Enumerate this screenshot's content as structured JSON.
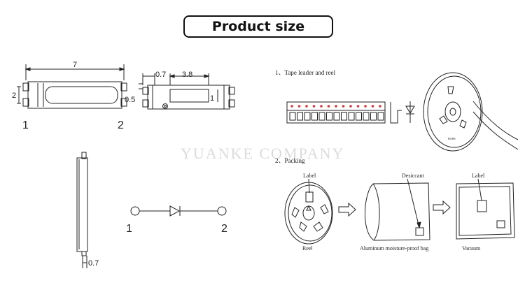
{
  "title": "Product size",
  "watermark": "YUANKE COMPANY",
  "front_view": {
    "width_dim": "7",
    "height_dim": "2",
    "pin_left": "1",
    "pin_right": "2"
  },
  "top_view": {
    "dim_left": "0.7",
    "dim_window": "3.8",
    "dim_lead": "0.5",
    "dim_height": "1"
  },
  "side_view": {
    "dim_thickness": "0.7"
  },
  "schematic": {
    "pin_left": "1",
    "pin_right": "2"
  },
  "tape_section": {
    "heading": "1、Tape leader and reel"
  },
  "packing_section": {
    "heading": "2、Packing",
    "label_reel": "Label",
    "caption_reel": "Reel",
    "label_desiccant": "Desiccant",
    "caption_bag": "Aluminum moisture-proof    bag",
    "label_vacuum": "Label",
    "caption_vacuum": "Vacuum"
  },
  "colors": {
    "line": "#222222",
    "tape_hole": "#d23a3a"
  }
}
